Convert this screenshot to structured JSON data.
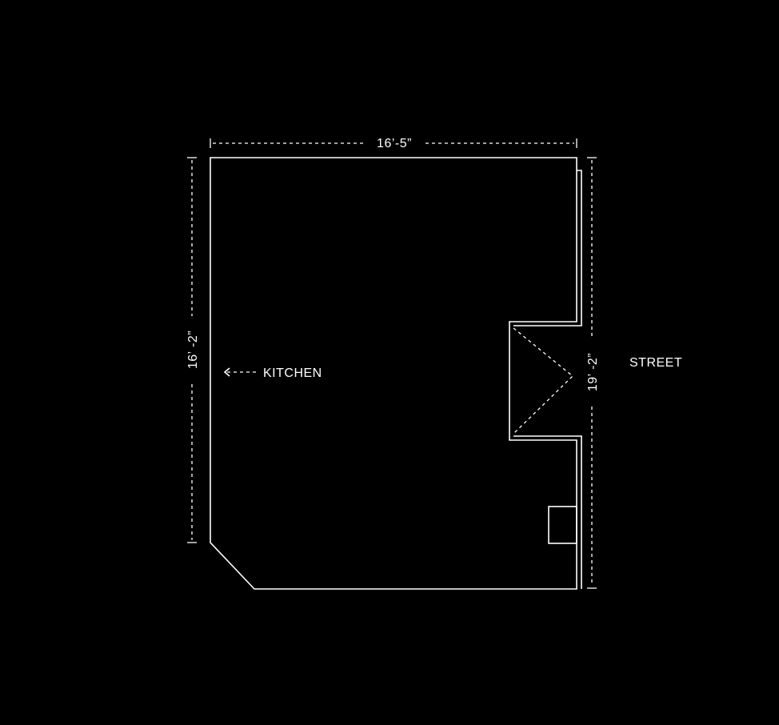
{
  "plan": {
    "dimensions": {
      "width": "16’-5”",
      "left_height": "16’ -2”",
      "right_height": "19’ -2”"
    },
    "labels": {
      "kitchen": "KITCHEN",
      "street": "STREET"
    }
  }
}
